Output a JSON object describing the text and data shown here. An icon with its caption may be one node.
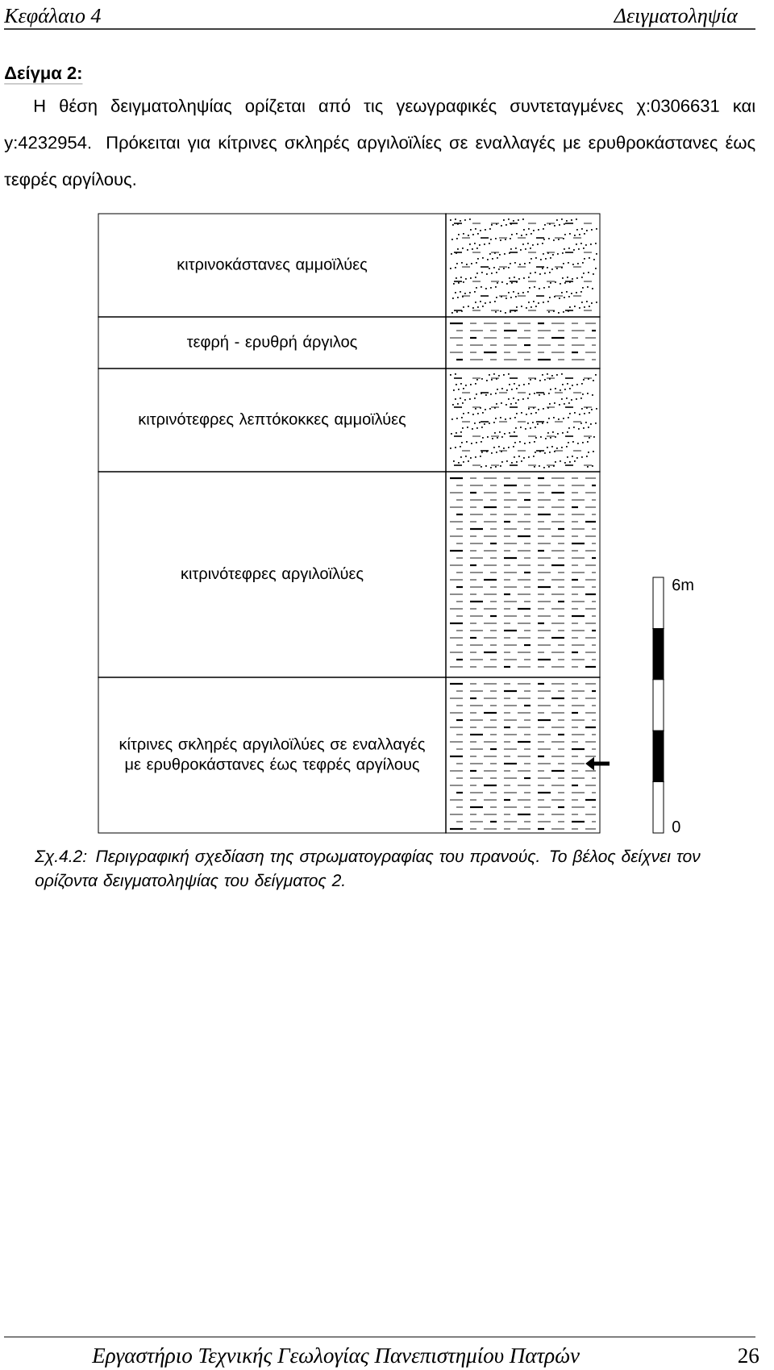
{
  "diagram": {
    "title": "Δείγμα 2:",
    "caption": "Σχ.4.2: Περιγραφική σχεδίαση της στρωματογραφίας του πρανούς. Το βέλος δείχνει τον ορίζοντα δειγματοληψίας του δείγματος 2.",
    "nodes": [
      {
        "text": [
          "κιτρινοκάστανες αμμοϊλύες"
        ]
      },
      {
        "text": [
          "τεφρή - ερυθρή άργιλος"
        ]
      },
      {
        "text": [
          "κιτρινότεφρες λεπτόκοκκες αμμοϊλύες"
        ]
      },
      {
        "text": [
          "κιτρινότεφρες αργιλοϊλύες"
        ]
      },
      {
        "text": [
          "κίτρινες σκληρές αργιλοϊλύες σε εναλλαγές με ερυθροκάστανες έως τεφρές αργίλους"
        ]
      }
    ],
    "labels": [
      "Κεφάλαιο 4",
      "Δειγματοληψία",
      "Η θέση δειγματοληψίας ορίζεται από τις γεωγραφικές συντεταγμένες χ:0306631 και y:4232954. Πρόκειται για κίτρινες σκληρές αργιλοϊλίες σε εναλλαγές με ερυθροκάστανες έως τεφρές αργίλους.",
      "6m",
      "0",
      "Εργαστήριο Τεχνικής Γεωλογίας Πανεπιστημίου Πατρών",
      "26"
    ]
  }
}
